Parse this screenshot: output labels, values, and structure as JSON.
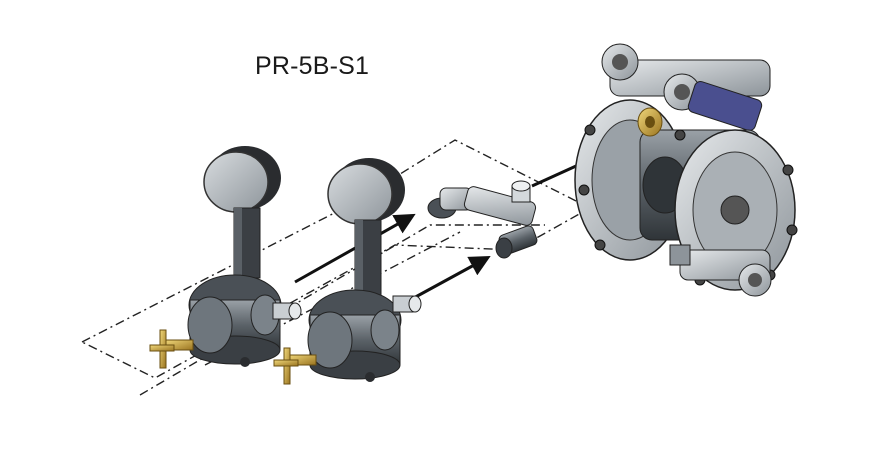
{
  "diagram": {
    "title": "PR-5B-S1"
  },
  "colors": {
    "dark_metal": "#3a3f44",
    "mid_metal": "#6b737a",
    "light_metal": "#b9bfc4",
    "brass": "#c9a23a",
    "accent_blue": "#4a4f8f",
    "line": "#222222"
  },
  "components": [
    {
      "icon": "pressure-regulator-with-gauge"
    },
    {
      "icon": "pressure-regulator-with-gauge"
    },
    {
      "icon": "tee-fitting"
    },
    {
      "icon": "diaphragm-pump"
    }
  ]
}
